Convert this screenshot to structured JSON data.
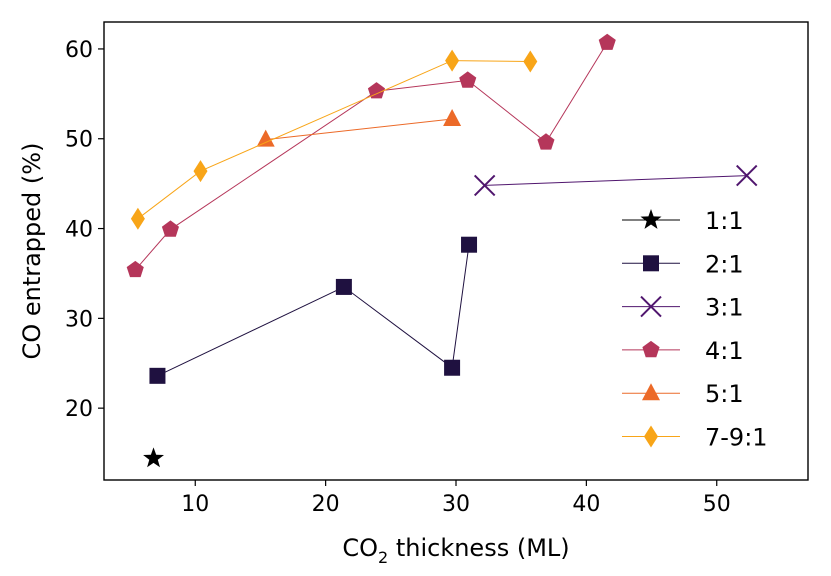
{
  "chart_data": {
    "type": "scatter",
    "xlabel_main": "CO",
    "xlabel_sub": "2",
    "xlabel_rest": " thickness (ML)",
    "ylabel": "CO entrapped (%)",
    "xlim": [
      3,
      57
    ],
    "ylim": [
      12,
      63
    ],
    "xticks": [
      10,
      20,
      30,
      40,
      50
    ],
    "yticks": [
      20,
      30,
      40,
      50,
      60
    ],
    "legend_position": "lower-right",
    "grid": false,
    "series": [
      {
        "name": "1:1",
        "color": "#000000",
        "marker": "star",
        "x": [
          6.8
        ],
        "y": [
          14.4
        ]
      },
      {
        "name": "2:1",
        "color": "#1f1140",
        "marker": "square",
        "x": [
          7.1,
          21.4,
          29.7,
          31.0
        ],
        "y": [
          23.6,
          33.5,
          24.5,
          38.2
        ]
      },
      {
        "name": "3:1",
        "color": "#50166e",
        "marker": "x",
        "x": [
          32.2,
          52.3
        ],
        "y": [
          44.8,
          45.9
        ]
      },
      {
        "name": "4:1",
        "color": "#b5365a",
        "marker": "pentagon",
        "x": [
          5.4,
          8.1,
          23.9,
          30.9,
          36.9,
          41.6
        ],
        "y": [
          35.4,
          39.9,
          55.3,
          56.5,
          49.6,
          60.7
        ]
      },
      {
        "name": "5:1",
        "color": "#ec6a28",
        "marker": "triangle",
        "x": [
          15.4,
          29.7
        ],
        "y": [
          49.9,
          52.2
        ]
      },
      {
        "name": "7-9:1",
        "color": "#f8a518",
        "marker": "diamond",
        "x": [
          5.6,
          10.4,
          29.7,
          35.7
        ],
        "y": [
          41.1,
          46.4,
          58.7,
          58.6
        ]
      }
    ]
  }
}
